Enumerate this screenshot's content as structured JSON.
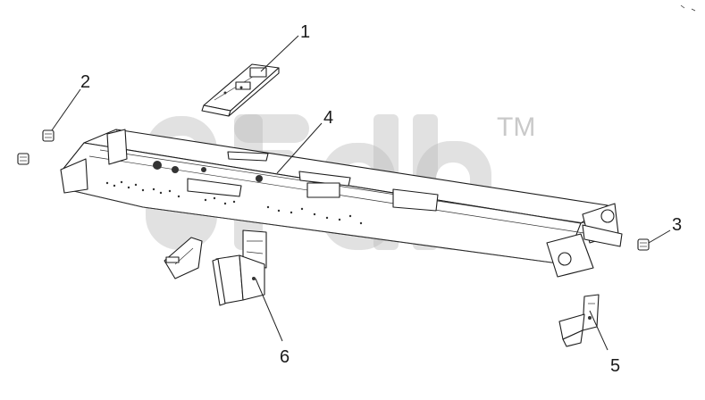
{
  "diagram": {
    "callouts": [
      {
        "id": "1",
        "label": "1"
      },
      {
        "id": "2",
        "label": "2"
      },
      {
        "id": "3",
        "label": "3"
      },
      {
        "id": "4",
        "label": "4"
      },
      {
        "id": "5",
        "label": "5"
      },
      {
        "id": "6",
        "label": "6"
      }
    ],
    "watermark": {
      "mark": "TM",
      "logo": "gfdb"
    },
    "colors": {
      "line": "#1d1d1d",
      "watermark": "#bdbdbd",
      "background": "#ffffff"
    }
  }
}
